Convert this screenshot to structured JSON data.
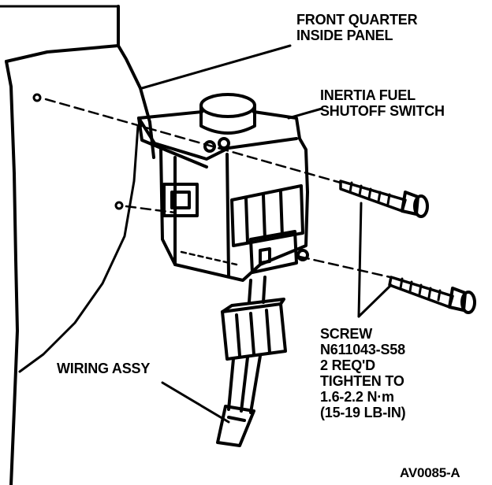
{
  "labels": {
    "panel": [
      "FRONT QUARTER",
      "INSIDE PANEL"
    ],
    "switch": [
      "INERTIA FUEL",
      "SHUTOFF SWITCH"
    ],
    "screw": [
      "SCREW",
      "N611043-S58",
      "2 REQ'D",
      "TIGHTEN TO",
      "1.6-2.2 N·m",
      "(15-19 LB-IN)"
    ],
    "wiring": [
      "WIRING ASSY"
    ],
    "figure_id": "AV0085-A"
  }
}
